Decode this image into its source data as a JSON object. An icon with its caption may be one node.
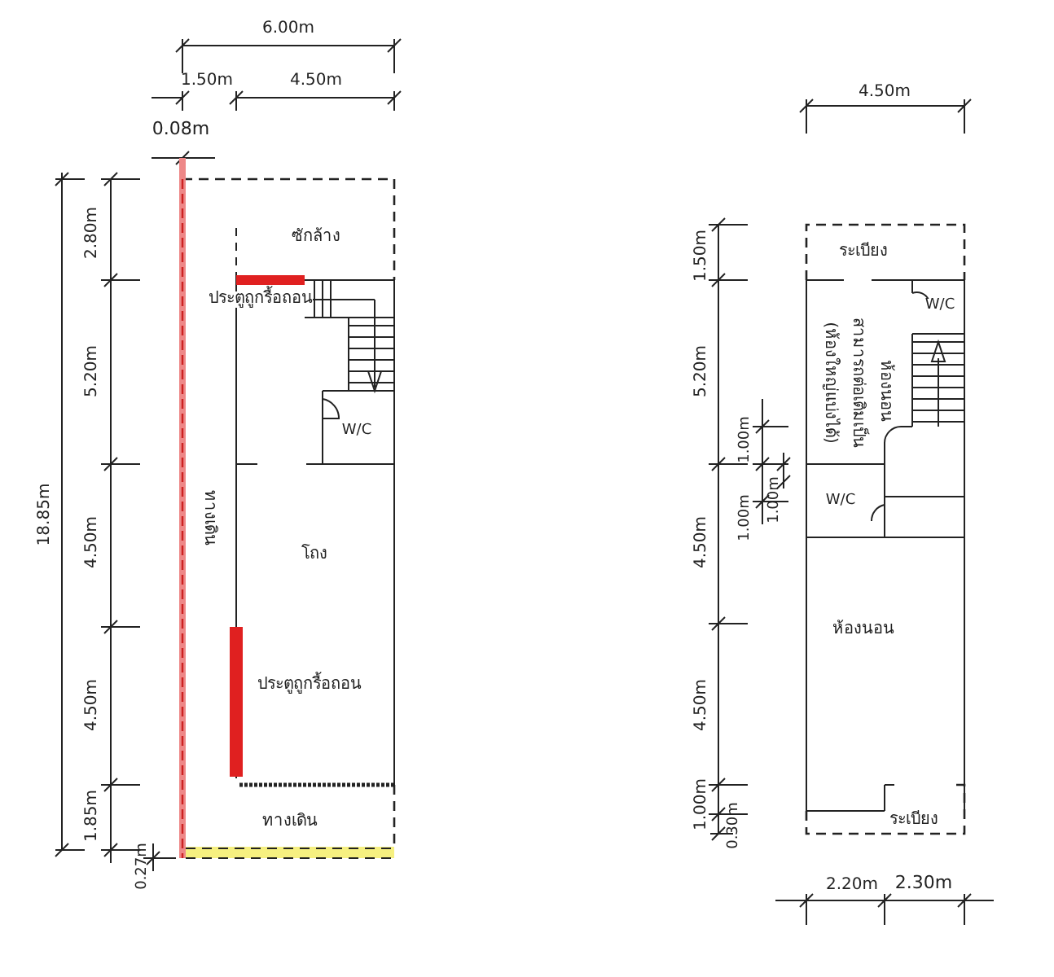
{
  "diagram": {
    "labels": [
      "6.00m",
      "1.50m",
      "4.50m",
      "0.08m",
      "18.85m",
      "2.80m",
      "5.20m",
      "4.50m",
      "4.50m",
      "1.85m",
      "0.27m",
      "ซักล้าง",
      "ประตูถูกรื้อถอน",
      "W/C",
      "ทางเดิน",
      "โถง",
      "ประตูถูกรื้อถอน",
      "ทางเดิน",
      "4.50m",
      "1.50m",
      "5.20m",
      "4.50m",
      "4.50m",
      "1.00m",
      "0.30m",
      "1.00m",
      "1.00m",
      "1.00m",
      "ระเบียง",
      "W/C",
      "(ห้องใหญ่แบ่งได้)",
      "สามารถต่อเติมเป็น",
      "ห้องนอน",
      "W/C",
      "ห้องนอน",
      "ระเบียง",
      "2.20m",
      "2.30m"
    ]
  }
}
